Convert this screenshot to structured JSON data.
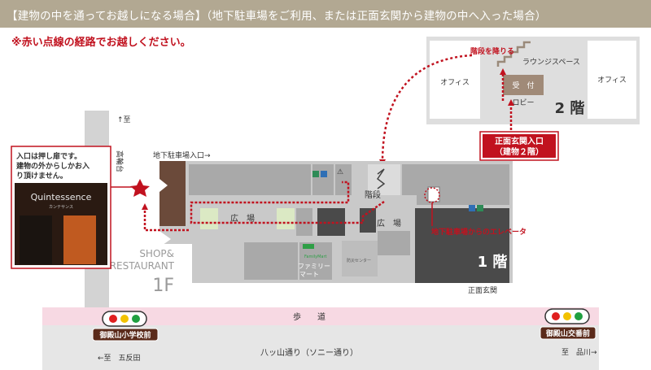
{
  "header": {
    "title": "【建物の中を通ってお越しになる場合】（地下駐車場をご利用、または正面玄関から建物の中へ入った場合）",
    "notice": "※赤い点線の経路でお越しください。",
    "bar_color": "#b2a892"
  },
  "floor2": {
    "stairs_label": "階段を降りる",
    "lounge": "ラウンジスペース",
    "office_left": "オフィス",
    "office_right": "オフィス",
    "reception": "受　付",
    "lobby": "ロビー",
    "floor_label": "2 階",
    "entrance_line1": "正面玄関入口",
    "entrance_line2": "（建物２階）"
  },
  "callout": {
    "line1": "入口は押し扉です。",
    "line2": "建物の外からしかお入",
    "line3": "り頂けません。",
    "photo_name": "Quintessence",
    "photo_kana": "カンテサンス"
  },
  "floor1": {
    "parking_entrance": "地下駐車場入口→",
    "to_takanawadai_line1": "↑至",
    "to_takanawadai_line2": "高輪台",
    "plaza_left": "広　場",
    "plaza_right": "広　場",
    "stairs": "階段",
    "familymart_line1": "ファミリー",
    "familymart_line2": "マート",
    "familymart_brand": "FamilyMart",
    "elevator_label": "地下駐車場からのエレベータ",
    "floor_label": "1 階",
    "front_entrance": "正面玄関",
    "shop_line1": "SHOP&",
    "shop_line2": "RESTAURANT",
    "shop_floor": "1F",
    "center_small": "防災センター",
    "stair_sign": "⚠"
  },
  "street": {
    "sidewalk": "歩　　道",
    "road": "八ッ山通り（ソニー通り）",
    "signal_left": "御殿山小学校前",
    "signal_right": "御殿山交番前",
    "to_gotanda": "←至　五反田",
    "to_shinagawa": "至　品川→"
  },
  "colors": {
    "route": "#c1121f",
    "sidewalk": "#f7d9e3",
    "road": "#e6e6e6",
    "floor_gray": "#a9a9a9",
    "dark_block": "#4a4a4a",
    "brown_block": "#6b4a3a",
    "signal_label": "#5a2a1a"
  }
}
